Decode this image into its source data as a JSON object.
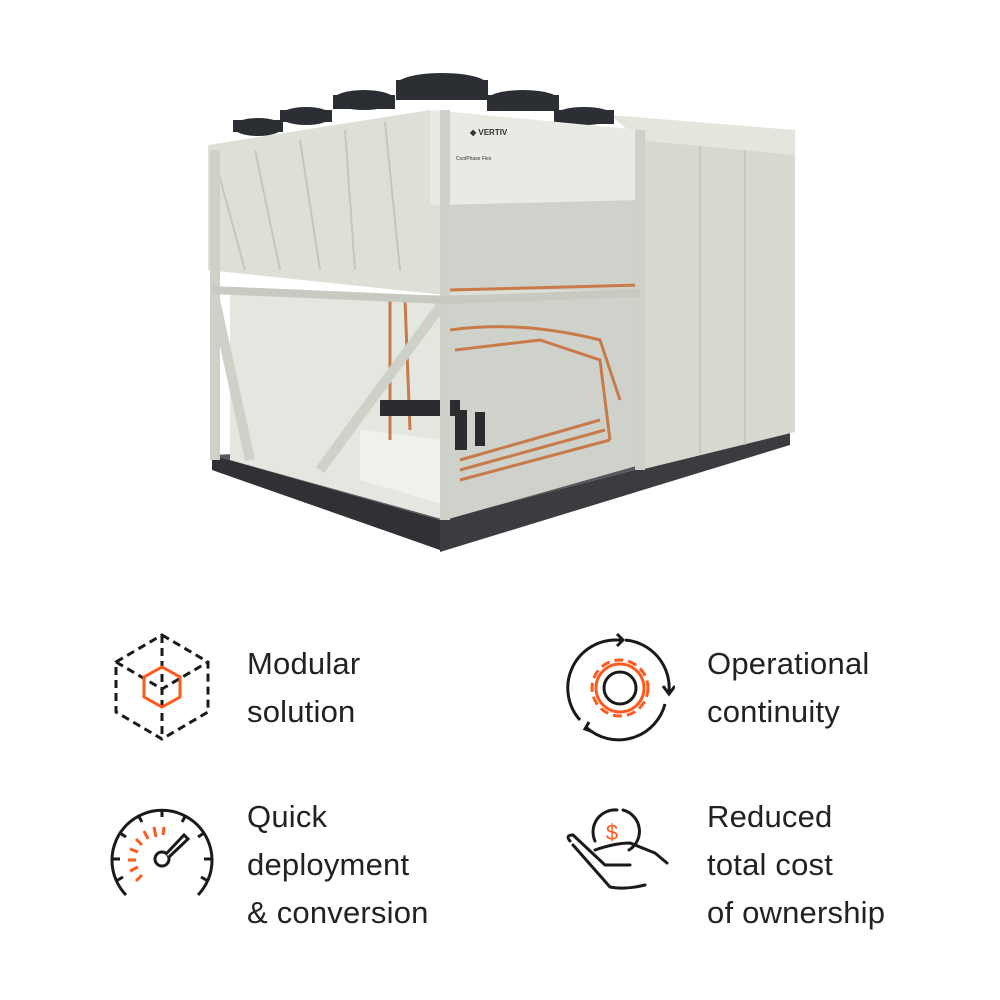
{
  "product": {
    "brand": "VERTIV",
    "model": "CoolPhase Flex"
  },
  "colors": {
    "accent": "#fe5a1d",
    "ink": "#1a1a1a",
    "panel": "#d9ddd3",
    "base": "#2e3033",
    "copper": "#c97a4a"
  },
  "features": [
    {
      "icon": "modular-cube-icon",
      "lines": [
        "Modular",
        "solution"
      ]
    },
    {
      "icon": "gear-cycle-icon",
      "lines": [
        "Operational",
        "continuity"
      ]
    },
    {
      "icon": "speedometer-icon",
      "lines": [
        "Quick",
        "deployment",
        "& conversion"
      ]
    },
    {
      "icon": "hand-coin-icon",
      "lines": [
        "Reduced",
        "total cost",
        "of ownership"
      ]
    }
  ]
}
